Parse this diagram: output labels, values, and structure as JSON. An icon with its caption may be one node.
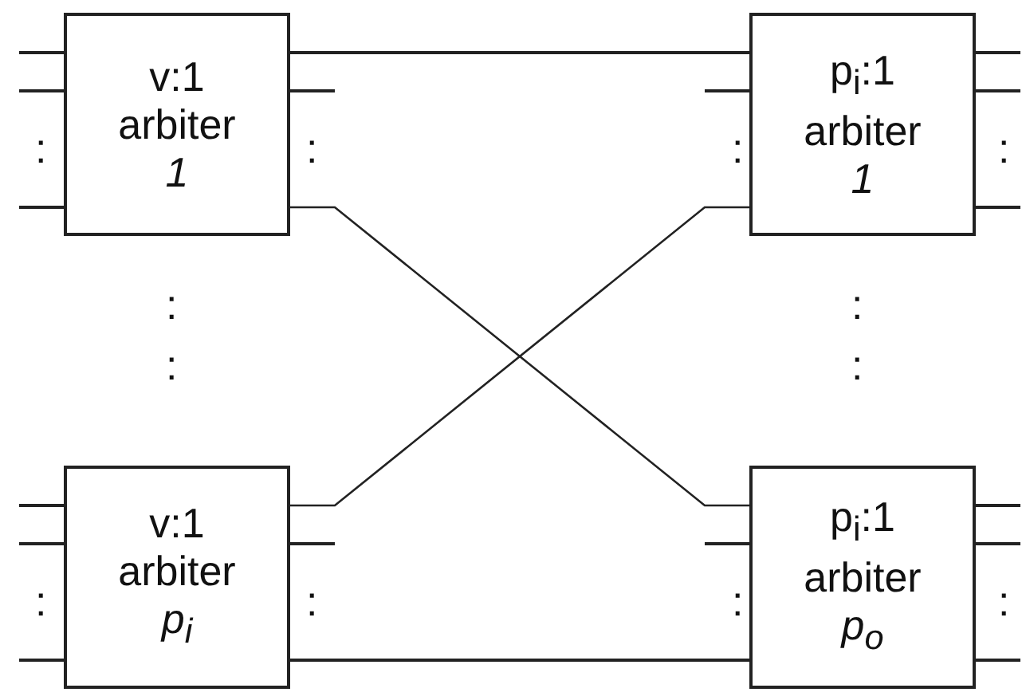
{
  "diagram": {
    "nodes": [
      {
        "text": [
          "v:1",
          "arbiter",
          "1"
        ]
      },
      {
        "text": [
          "p$_{i}$:1",
          "arbiter",
          "1"
        ]
      },
      {
        "text": [
          "v:1",
          "arbiter",
          "p$_{i}$"
        ]
      },
      {
        "text": [
          "p$_{i}$:1",
          "arbiter",
          "p$_{o}$"
        ]
      }
    ],
    "edges": [
      {
        "from": 0,
        "to": 1,
        "arrow": "none"
      },
      {
        "from": 0,
        "to": 3,
        "arrow": "none"
      },
      {
        "from": 2,
        "to": 1,
        "arrow": "none"
      },
      {
        "from": 2,
        "to": 3,
        "arrow": "none"
      },
      {
        "from": null,
        "to": 0,
        "arrow": "none"
      },
      {
        "from": null,
        "to": 0,
        "arrow": "none"
      },
      {
        "from": null,
        "to": 0,
        "arrow": "none"
      },
      {
        "from": 0,
        "to": null,
        "arrow": "none"
      },
      {
        "from": null,
        "to": 1,
        "arrow": "none"
      },
      {
        "from": 1,
        "to": null,
        "arrow": "none"
      },
      {
        "from": 1,
        "to": null,
        "arrow": "none"
      },
      {
        "from": 1,
        "to": null,
        "arrow": "none"
      },
      {
        "from": null,
        "to": 2,
        "arrow": "none"
      },
      {
        "from": null,
        "to": 2,
        "arrow": "none"
      },
      {
        "from": null,
        "to": 2,
        "arrow": "none"
      },
      {
        "from": 2,
        "to": null,
        "arrow": "none"
      },
      {
        "from": null,
        "to": 3,
        "arrow": "none"
      },
      {
        "from": 3,
        "to": null,
        "arrow": "none"
      },
      {
        "from": 3,
        "to": null,
        "arrow": "none"
      },
      {
        "from": 3,
        "to": null,
        "arrow": "none"
      }
    ],
    "labels": [
      ":",
      ":",
      ":",
      ":",
      ":",
      ":",
      ":",
      ":",
      ":",
      ":",
      ":",
      ":"
    ]
  }
}
